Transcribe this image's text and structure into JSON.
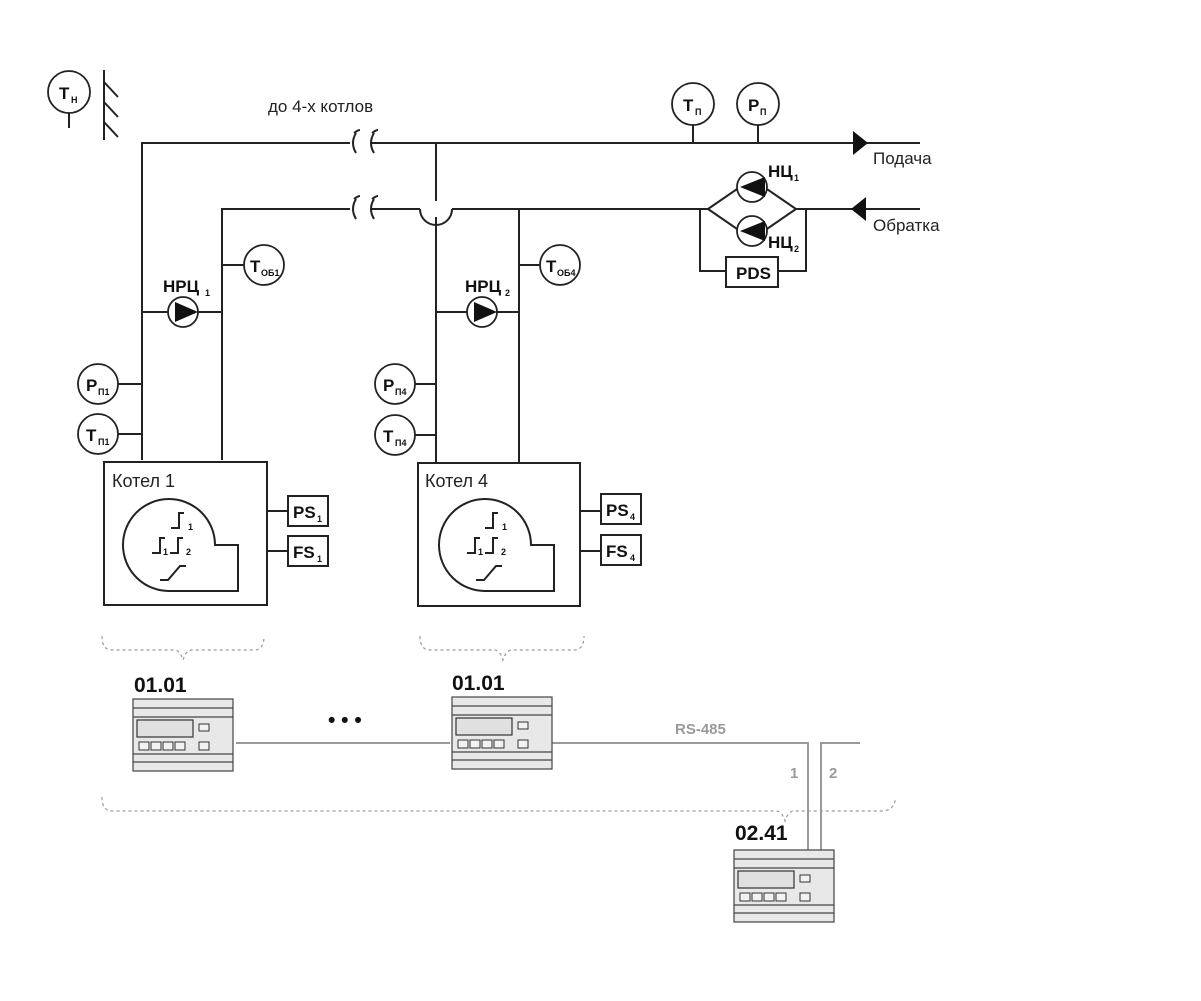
{
  "diagram": {
    "title_note": "до 4-х котлов",
    "supply_label": "Подача",
    "return_label": "Обратка",
    "outdoor_sensor": {
      "main": "T",
      "sub": "Н"
    },
    "supply_sensors": [
      {
        "main": "T",
        "sub": "П"
      },
      {
        "main": "P",
        "sub": "П"
      }
    ],
    "network_pumps": [
      {
        "main": "НЦ",
        "sub": "1"
      },
      {
        "main": "НЦ",
        "sub": "2"
      }
    ],
    "pds_label": "PDS",
    "boilers": [
      {
        "name": "Котел 1",
        "pump": {
          "main": "НРЦ",
          "sub": "1"
        },
        "return_sensor": {
          "main": "T",
          "sub": "ОБ1"
        },
        "pressure_sensor": {
          "main": "P",
          "sub": "П1"
        },
        "temp_sensor": {
          "main": "T",
          "sub": "П1"
        },
        "ps": {
          "main": "PS",
          "sub": "1"
        },
        "fs": {
          "main": "FS",
          "sub": "1"
        },
        "burner_steps": [
          "1",
          "1",
          "2"
        ],
        "controller_label": "01.01"
      },
      {
        "name": "Котел 4",
        "pump": {
          "main": "НРЦ",
          "sub": "2"
        },
        "return_sensor": {
          "main": "T",
          "sub": "ОБ4"
        },
        "pressure_sensor": {
          "main": "P",
          "sub": "П4"
        },
        "temp_sensor": {
          "main": "T",
          "sub": "П4"
        },
        "ps": {
          "main": "PS",
          "sub": "4"
        },
        "fs": {
          "main": "FS",
          "sub": "4"
        },
        "burner_steps": [
          "1",
          "1",
          "2"
        ],
        "controller_label": "01.01"
      }
    ],
    "ellipsis": "• • •",
    "bus_label": "RS-485",
    "bus_wires": [
      "1",
      "2"
    ],
    "master_controller_label": "02.41"
  }
}
